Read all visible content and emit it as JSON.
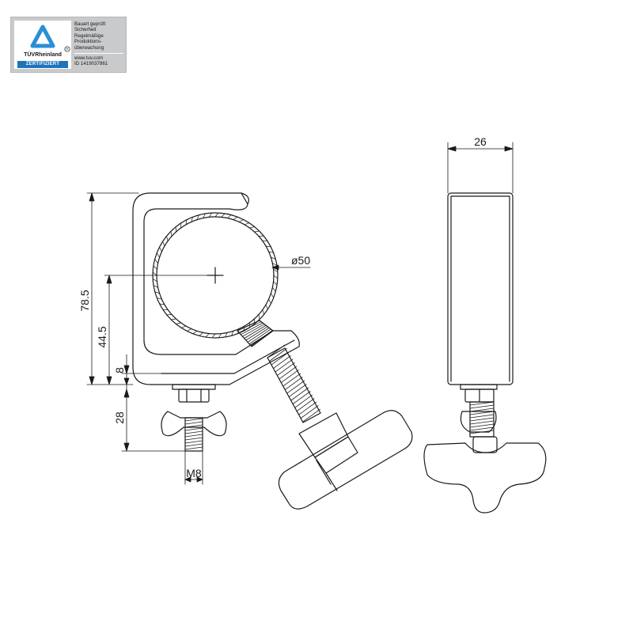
{
  "certificate": {
    "brand": "TÜVRheinland",
    "badge_label": "ZERTIFIZIERT",
    "lines": [
      "Bauart geprüft",
      "Sicherheit",
      "Regelmäßige",
      "Produktions-",
      "überwachung"
    ],
    "website": "www.tuv.com",
    "id_line": "ID  1419037861",
    "colors": {
      "accent": "#1e74bb",
      "panel": "#c9cacc"
    },
    "icons": [
      "triangle-logo-icon",
      "registered-mark-icon"
    ]
  },
  "dimensions": {
    "overall_height": "78.5",
    "axis_height": "44.5",
    "base_thickness": "8",
    "bolt_length": "28",
    "bolt_thread": "M8",
    "tube_diameter": "ø50",
    "width": "26"
  },
  "colors": {
    "line": "#1a1a1a"
  }
}
